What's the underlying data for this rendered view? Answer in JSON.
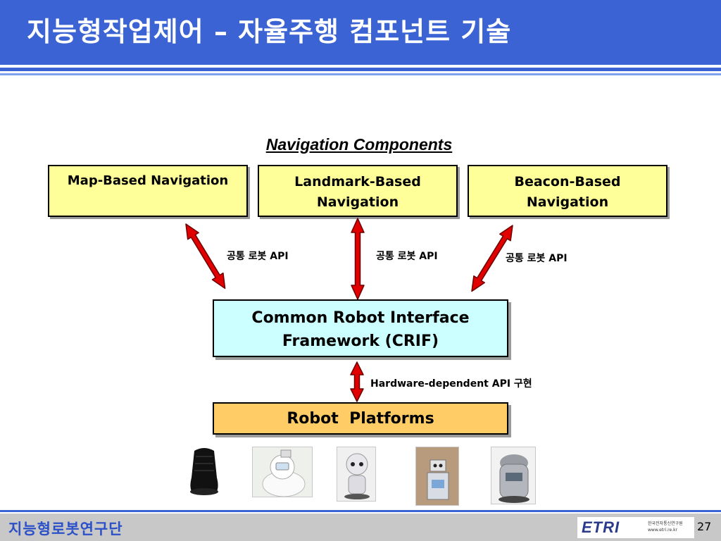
{
  "slide": {
    "title": "지능형작업제어 – 자율주행 컴포넌트 기술",
    "section_heading": "Navigation Components",
    "nav_boxes": [
      {
        "lines": [
          "Map-Based Navigation"
        ]
      },
      {
        "lines": [
          "Landmark-Based",
          "Navigation"
        ]
      },
      {
        "lines": [
          "Beacon-Based",
          "Navigation"
        ]
      }
    ],
    "api_label": "공통 로봇 API",
    "crif": {
      "lines": [
        "Common Robot Interface",
        "Framework (CRIF)"
      ]
    },
    "hw_api_label": "Hardware-dependent API 구현",
    "platforms": "Robot  Platforms"
  },
  "footer": {
    "org": "지능형로봇연구단",
    "logo_text": "ETRI",
    "logo_sub": [
      "한국전자통신연구원",
      "www.etri.re.kr"
    ],
    "page_number": "27"
  },
  "colors": {
    "title_bar": "#3b63d3",
    "nav_box": "#ffff99",
    "crif_box": "#ccffff",
    "platform_box": "#ffcc66",
    "arrow": "#e00000",
    "footer_text": "#2b50c8"
  }
}
